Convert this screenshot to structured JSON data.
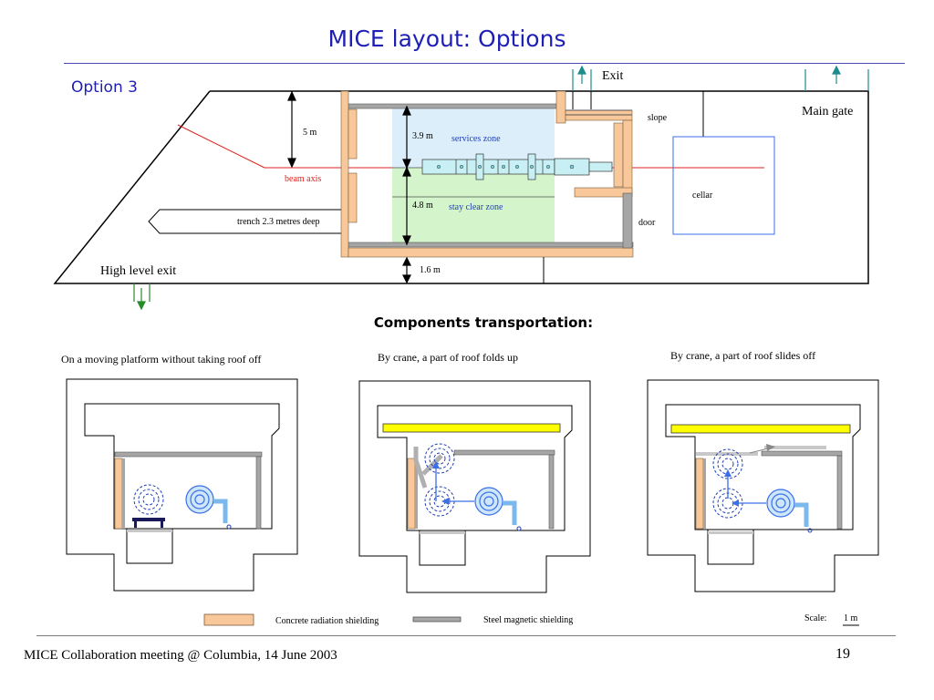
{
  "title": "MICE layout: Options",
  "option_label": "Option 3",
  "layout": {
    "exit_label": "Exit",
    "main_gate_label": "Main gate",
    "slope_label": "slope",
    "cellar_label": "cellar",
    "door_label": "door",
    "beam_axis_label": "beam axis",
    "trench_label": "trench 2.3 metres deep",
    "high_level_exit_label": "High level exit",
    "dim_5m": "5 m",
    "dim_3_9m": "3.9 m",
    "dim_4_8m": "4.8 m",
    "dim_1_6m": "1.6 m",
    "services_zone_label": "services  zone",
    "stay_clear_zone_label": "stay clear  zone"
  },
  "transport": {
    "heading": "Components transportation:",
    "captions": [
      "On a  moving platform without taking roof off",
      "By crane, a part of roof folds up",
      "By crane, a part of roof slides off"
    ]
  },
  "legend": {
    "concrete_label": "Concrete radiation shielding",
    "steel_label": "Steel magnetic shielding",
    "scale_label": "Scale:",
    "scale_value": "1 m"
  },
  "footer": {
    "text": "MICE Collaboration meeting @ Columbia, 14 June 2003",
    "page_number": "19"
  },
  "colors": {
    "title_blue": "#1f1fb4",
    "concrete": "#f8c89a",
    "steel": "#a6a6a6",
    "services_zone": "#dceefa",
    "stay_clear_zone": "#d4f5cc",
    "beam_axis": "#e02020",
    "arrow_blue": "#3a6fe8",
    "crane_yellow": "#ffff00",
    "exit_teal": "#1c8c8c",
    "exit_green": "#2a8a2a"
  }
}
